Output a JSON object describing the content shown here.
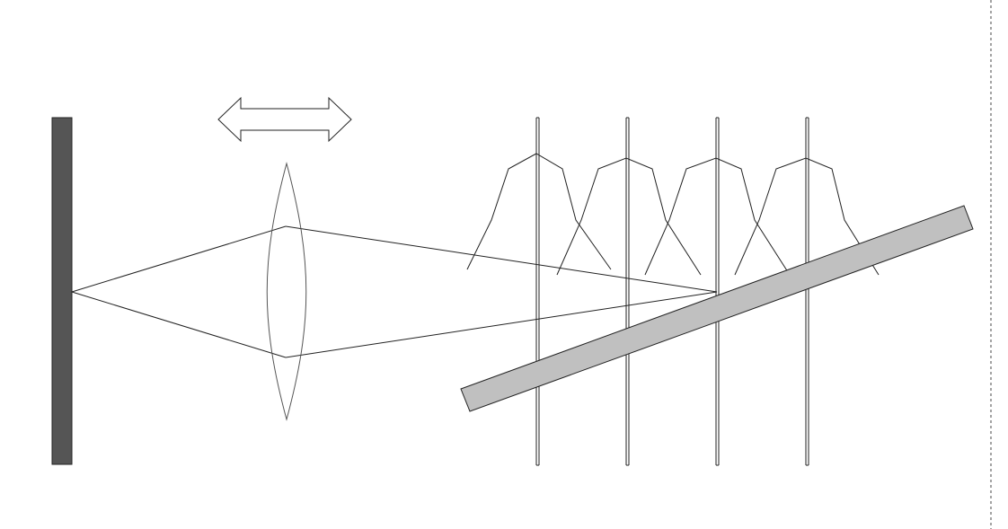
{
  "diagram": {
    "colors": {
      "background": "#ffffff",
      "stroke": "#222222",
      "sensor_fill": "#555555",
      "tilted_plate_fill": "#c0c0c0",
      "guide_line": "#444444"
    },
    "elements": [
      "sensor-bar",
      "lens",
      "double-arrow-icon",
      "ray-lines",
      "vertical-planes",
      "gaussian-profiles",
      "tilted-plate",
      "dashed-boundary"
    ],
    "plane_count": 4,
    "profile_count": 4
  }
}
